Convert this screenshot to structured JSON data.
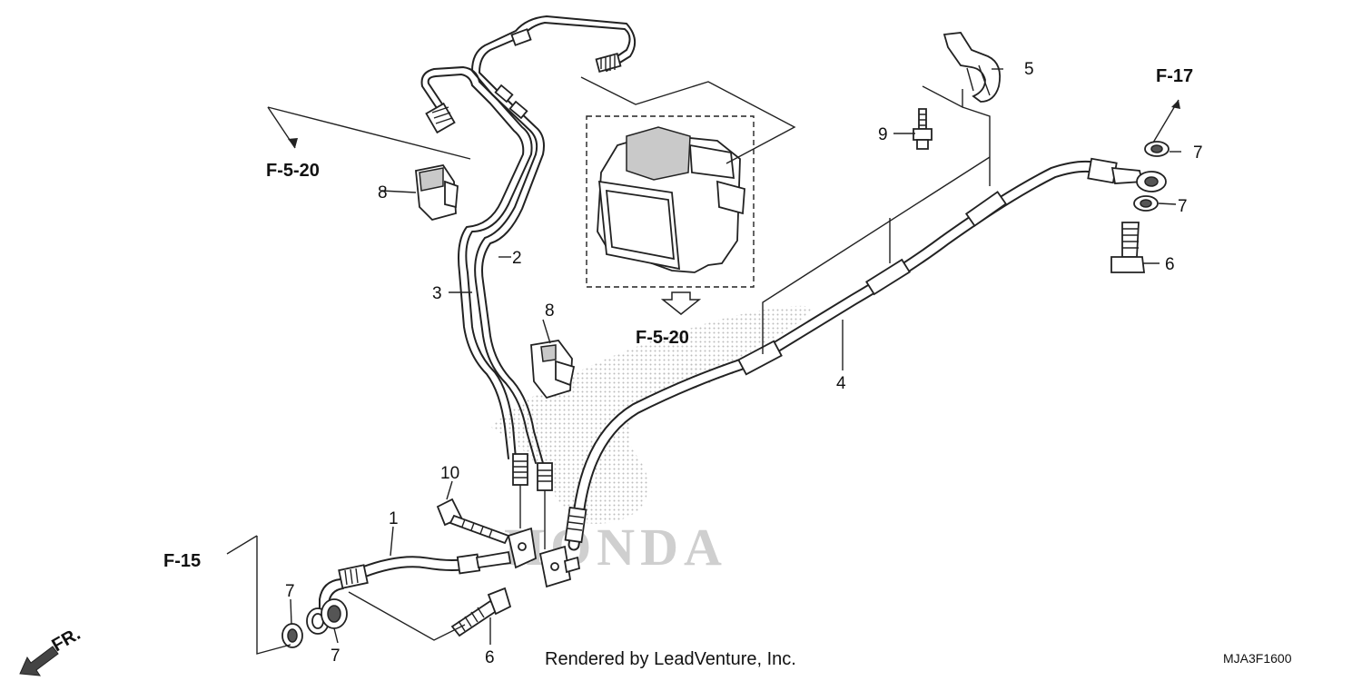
{
  "diagram": {
    "callouts": {
      "p1": "1",
      "p2": "2",
      "p3": "3",
      "p4": "4",
      "p5": "5",
      "p6a": "6",
      "p6b": "6",
      "p7a": "7",
      "p7b": "7",
      "p7c": "7",
      "p7d": "7",
      "p8a": "8",
      "p8b": "8",
      "p9": "9",
      "p10": "10"
    },
    "references": {
      "f520_left": "F-5-20",
      "f520_center": "F-5-20",
      "f17": "F-17",
      "f15": "F-15"
    },
    "direction_label": "FR.",
    "footer": {
      "credit": "Rendered by LeadVenture, Inc.",
      "code": "MJA3F1600"
    },
    "watermark": {
      "text": "HONDA"
    }
  }
}
